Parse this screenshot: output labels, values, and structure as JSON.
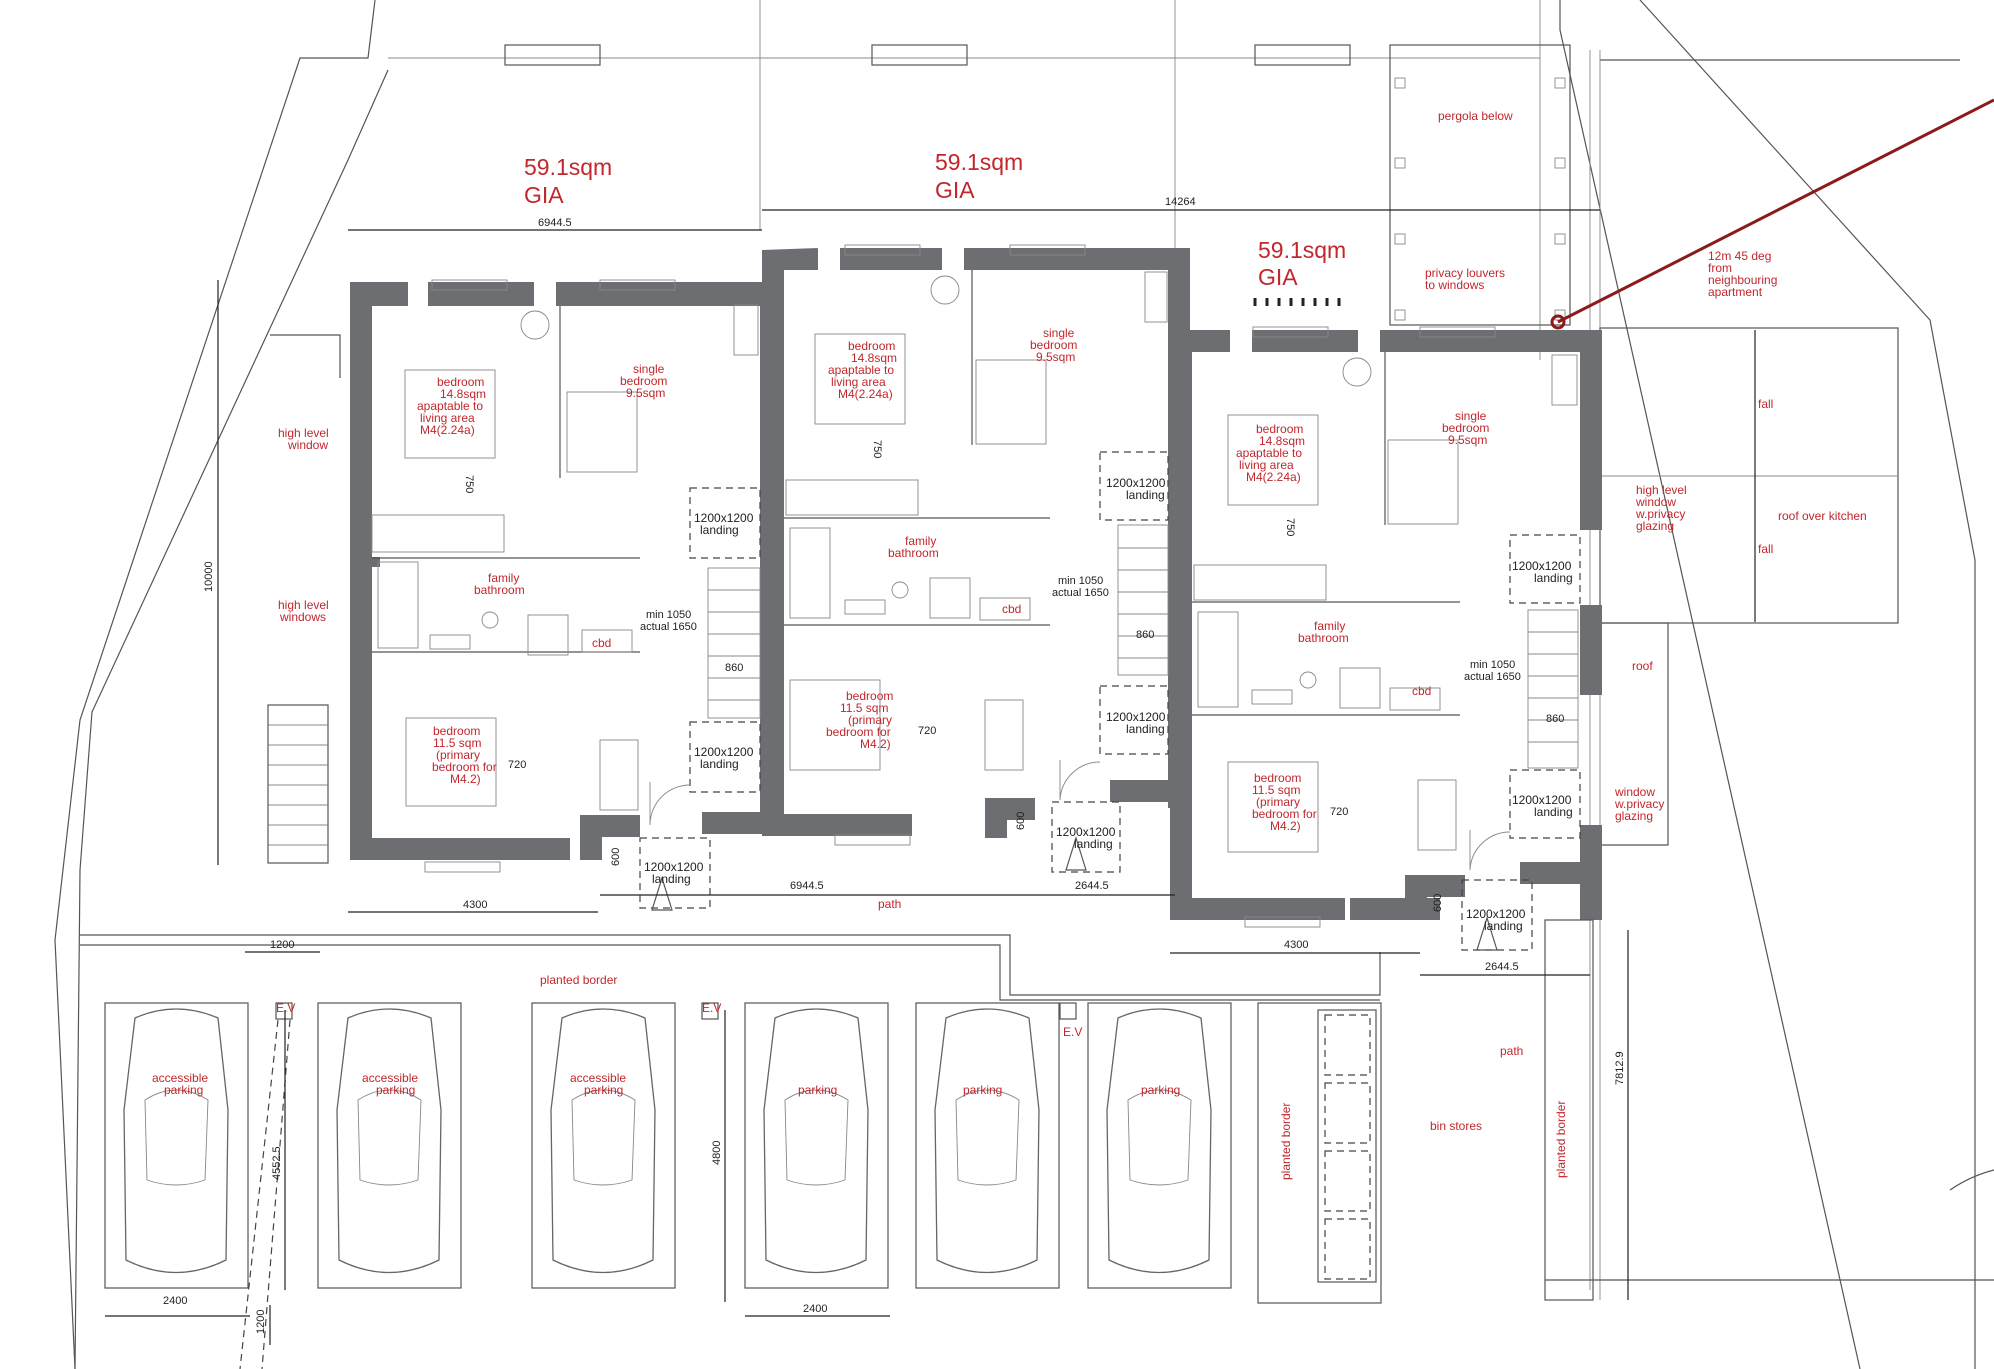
{
  "gia": [
    {
      "value": "59.1sqm",
      "unit": "GIA"
    },
    {
      "value": "59.1sqm",
      "unit": "GIA"
    },
    {
      "value": "59.1sqm",
      "unit": "GIA"
    }
  ],
  "annotations": {
    "pergola": "pergola below",
    "privacy_louvers": [
      "privacy louvers",
      "to windows"
    ],
    "sightline": [
      "12m 45 deg",
      "from",
      "neighbouring",
      "apartment"
    ],
    "fall": "fall",
    "roof_over_kitchen": "roof over kitchen",
    "high_level_window_privacy": [
      "high level",
      "window",
      "w.privacy",
      "glazing"
    ],
    "roof": "roof",
    "window_privacy": [
      "window",
      "w.privacy",
      "glazing"
    ],
    "high_level_window": [
      "high level",
      "window"
    ],
    "high_level_windows": [
      "high level",
      "windows"
    ],
    "path": "path",
    "planted_border": "planted border",
    "bin_stores": "bin stores",
    "ev": "E.V"
  },
  "rooms": {
    "bedroom_main": [
      "bedroom",
      "14.8sqm",
      "apaptable to",
      "living area",
      "M4(2.24a)"
    ],
    "single": [
      "single",
      "bedroom",
      "9.5sqm"
    ],
    "bathroom": [
      "family",
      "bathroom"
    ],
    "cbd": "cbd",
    "bedroom_1": [
      "bedroom",
      "11.5 sqm",
      "(primary",
      "bedroom for",
      "M4.2)"
    ],
    "bedroom_2": [
      "bedroom",
      "11.5 sqm",
      "(primary",
      "bedroom for",
      "M4.2)"
    ],
    "landing": [
      "1200x1200",
      "landing"
    ],
    "min_width": [
      "min 1050",
      "actual 1650"
    ]
  },
  "parking": [
    {
      "label": [
        "accessible",
        "parking"
      ]
    },
    {
      "label": [
        "accessible",
        "parking"
      ]
    },
    {
      "label": [
        "accessible",
        "parking"
      ]
    },
    {
      "label": [
        "parking"
      ]
    },
    {
      "label": [
        "parking"
      ]
    },
    {
      "label": [
        "parking"
      ]
    }
  ],
  "dimensions": {
    "d6944": "6944.5",
    "d14264": "14264",
    "d10000": "10000",
    "d4300": "4300",
    "d2644": "2644.5",
    "d1200": "1200",
    "d2400": "2400",
    "d4552": "4552.5",
    "d4800": "4800",
    "d7812": "7812.9",
    "d860": "860",
    "d750": "750",
    "d720": "720",
    "d600": "600"
  },
  "colors": {
    "annotation_red": "#c1272d",
    "wall_grey": "#6d6e71"
  }
}
